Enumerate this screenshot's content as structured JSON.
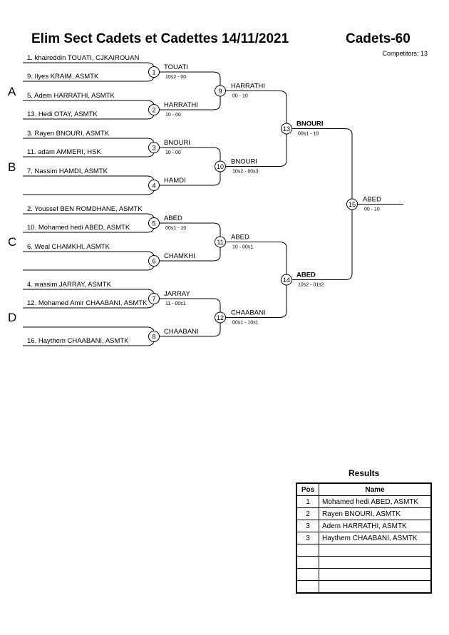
{
  "header": {
    "title": "Elim Sect Cadets et Cadettes  14/11/2021",
    "category": "Cadets-60",
    "competitors": "Competitors: 13"
  },
  "pools": [
    "A",
    "B",
    "C",
    "D"
  ],
  "entrants": [
    {
      "text": "1. khaireddin TOUATI, CJKAIROUAN"
    },
    {
      "text": "9. Ilyes KRAIM, ASMTK"
    },
    {
      "text": "5. Adem HARRATHI, ASMTK"
    },
    {
      "text": "13. Hedi OTAY, ASMTK"
    },
    {
      "text": "3. Rayen BNOURI, ASMTK"
    },
    {
      "text": "11. adam AMMERI, HSK"
    },
    {
      "text": "7. Nassim HAMDI, ASMTK"
    },
    {
      "text": ""
    },
    {
      "text": "2. Youssef BEN ROMDHANE, ASMTK"
    },
    {
      "text": "10. Mohamed hedi ABED, ASMTK"
    },
    {
      "text": "6. Weal CHAMKHI, ASMTK"
    },
    {
      "text": ""
    },
    {
      "text": "4. wassim JARRAY, ASMTK"
    },
    {
      "text": "12. Mohamed Amir CHAABANI, ASMTK"
    },
    {
      "text": ""
    },
    {
      "text": "16. Haythem CHAABANI, ASMTK"
    }
  ],
  "matches": [
    {
      "num": "1",
      "winner": "TOUATI",
      "score": "10s2 - 00"
    },
    {
      "num": "2",
      "winner": "HARRATHI",
      "score": "10 - 00"
    },
    {
      "num": "3",
      "winner": "BNOURI",
      "score": "10 - 00"
    },
    {
      "num": "4",
      "winner": "HAMDI",
      "score": ""
    },
    {
      "num": "5",
      "winner": "ABED",
      "score": "00s1 - 10"
    },
    {
      "num": "6",
      "winner": "CHAMKHI",
      "score": ""
    },
    {
      "num": "7",
      "winner": "JARRAY",
      "score": "11 - 00s1"
    },
    {
      "num": "8",
      "winner": "CHAABANI",
      "score": ""
    },
    {
      "num": "9",
      "winner": "HARRATHI",
      "score": "00 - 10"
    },
    {
      "num": "10",
      "winner": "BNOURI",
      "score": "10s2 - 00s3"
    },
    {
      "num": "11",
      "winner": "ABED",
      "score": "10 - 00s1"
    },
    {
      "num": "12",
      "winner": "CHAABANI",
      "score": "00s1 - 10s1"
    },
    {
      "num": "13",
      "winner": "BNOURI",
      "score": "00s1 - 10"
    },
    {
      "num": "14",
      "winner": "ABED",
      "score": "10s2 - 01s2"
    },
    {
      "num": "15",
      "winner": "ABED",
      "score": "00 - 10"
    }
  ],
  "results": {
    "title": "Results",
    "headers": {
      "pos": "Pos",
      "name": "Name"
    },
    "rows": [
      {
        "pos": "1",
        "name": "Mohamed hedi ABED, ASMTK"
      },
      {
        "pos": "2",
        "name": "Rayen BNOURI, ASMTK"
      },
      {
        "pos": "3",
        "name": "Adem HARRATHI, ASMTK"
      },
      {
        "pos": "3",
        "name": "Haythem CHAABANI, ASMTK"
      },
      {
        "pos": "",
        "name": ""
      },
      {
        "pos": "",
        "name": ""
      },
      {
        "pos": "",
        "name": ""
      },
      {
        "pos": "",
        "name": ""
      }
    ]
  }
}
